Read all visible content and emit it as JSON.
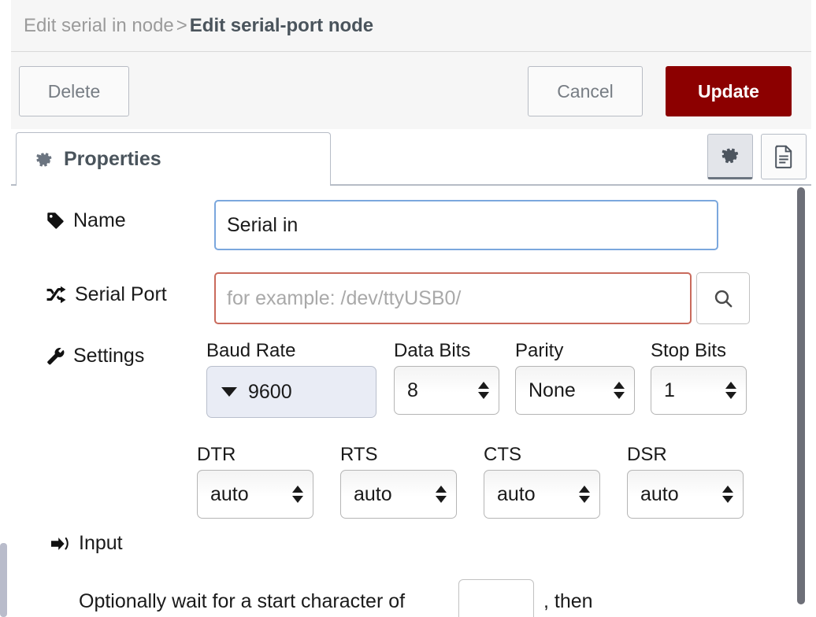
{
  "header": {
    "breadcrumb_previous": "Edit serial in node",
    "breadcrumb_separator": ">",
    "breadcrumb_current": "Edit serial-port node"
  },
  "toolbar": {
    "delete_label": "Delete",
    "cancel_label": "Cancel",
    "update_label": "Update",
    "update_color": "#8c0000"
  },
  "tabs": {
    "properties_label": "Properties",
    "icon_buttons": [
      {
        "name": "gear-icon",
        "active": true
      },
      {
        "name": "description-icon",
        "active": false
      }
    ]
  },
  "form": {
    "name": {
      "label": "Name",
      "value": "Serial in",
      "placeholder": "",
      "focus_color": "#7ba7dd"
    },
    "serial_port": {
      "label": "Serial Port",
      "value": "",
      "placeholder": "for example: /dev/ttyUSB0/",
      "error_color": "#c96a5c",
      "search_button_icon": "search-icon"
    },
    "settings": {
      "label": "Settings",
      "fields": [
        {
          "caption": "Baud Rate",
          "value": "9600",
          "control": "combobox"
        },
        {
          "caption": "Data Bits",
          "value": "8",
          "control": "select"
        },
        {
          "caption": "Parity",
          "value": "None",
          "control": "select"
        },
        {
          "caption": "Stop Bits",
          "value": "1",
          "control": "select"
        }
      ]
    },
    "flow_control": {
      "fields": [
        {
          "caption": "DTR",
          "value": "auto",
          "control": "select"
        },
        {
          "caption": "RTS",
          "value": "auto",
          "control": "select"
        },
        {
          "caption": "CTS",
          "value": "auto",
          "control": "select"
        },
        {
          "caption": "DSR",
          "value": "auto",
          "control": "select"
        }
      ]
    },
    "input_section": {
      "label": "Input",
      "start_char_prefix": "Optionally wait for a start character of",
      "start_char_value": "",
      "start_char_suffix": ", then"
    }
  }
}
